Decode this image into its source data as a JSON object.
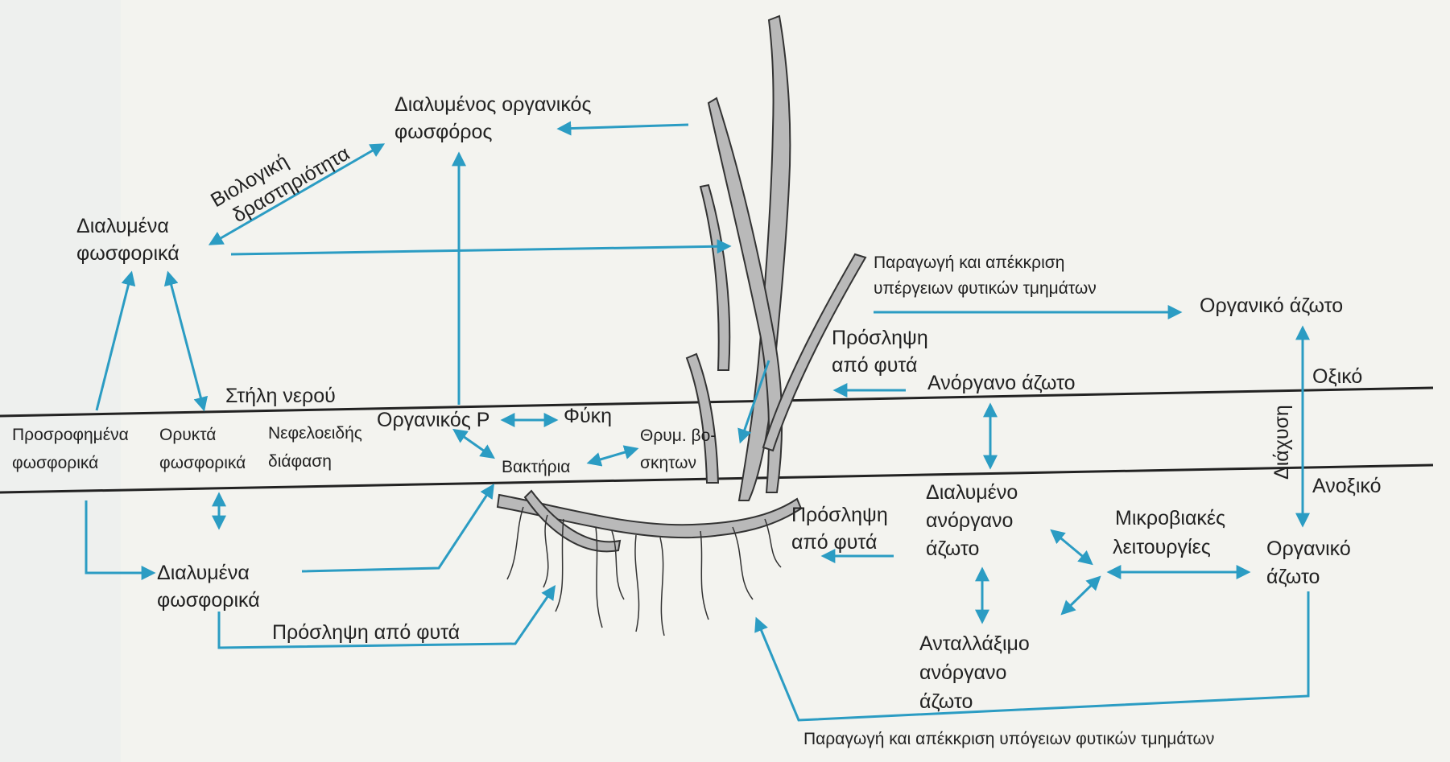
{
  "colors": {
    "arrow": "#2b9cc3",
    "line": "#222222",
    "plant": "#b9b9b9",
    "background": "#f3f3ef"
  },
  "labels": {
    "dissolved_organic_p_1": "Διαλυμένος οργανικός",
    "dissolved_organic_p_2": "φωσφόρος",
    "bio_activity_1": "Βιολογική",
    "bio_activity_2": "δραστηριότητα",
    "dissolved_phosphates_top_1": "Διαλυμένα",
    "dissolved_phosphates_top_2": "φωσφορικά",
    "water_column": "Στήλη νερού",
    "adsorbed_phosphates_1": "Προσροφημένα",
    "adsorbed_phosphates_2": "φωσφορικά",
    "mineral_phosphates_1": "Ορυκτά",
    "mineral_phosphates_2": "φωσφορικά",
    "suspended_phase_1": "Νεφελοειδής",
    "suspended_phase_2": "διάφαση",
    "organic_p": "Οργανικός P",
    "algae": "Φύκη",
    "grazers_1": "Θρυμ. βο-",
    "grazers_2": "σκητων",
    "bacteria": "Βακτήρια",
    "dissolved_phosphates_bottom_1": "Διαλυμένα",
    "dissolved_phosphates_bottom_2": "φωσφορικά",
    "plant_uptake_bottom": "Πρόσληψη από φυτά",
    "above_ground_prod_1": "Παραγωγή και απέκκριση",
    "above_ground_prod_2": "υπέργειων φυτικών τμημάτων",
    "organic_n_top": "Οργανικό άζωτο",
    "plant_uptake_upper_1": "Πρόσληψη",
    "plant_uptake_upper_2": "από φυτά",
    "inorganic_n": "Ανόργανο άζωτο",
    "oxic": "Οξικό",
    "diffusion": "Διάχυση",
    "anoxic": "Ανοξικό",
    "plant_uptake_lower_1": "Πρόσληψη",
    "plant_uptake_lower_2": "από φυτά",
    "dissolved_inorganic_n_1": "Διαλυμένο",
    "dissolved_inorganic_n_2": "ανόργανο",
    "dissolved_inorganic_n_3": "άζωτο",
    "microbial_1": "Μικροβιακές",
    "microbial_2": "λειτουργίες",
    "organic_n_bottom_1": "Οργανικό",
    "organic_n_bottom_2": "άζωτο",
    "exchangeable_n_1": "Ανταλλάξιμο",
    "exchangeable_n_2": "ανόργανο",
    "exchangeable_n_3": "άζωτο",
    "below_ground_prod": "Παραγωγή και απέκκριση υπόγειων φυτικών τμημάτων"
  }
}
